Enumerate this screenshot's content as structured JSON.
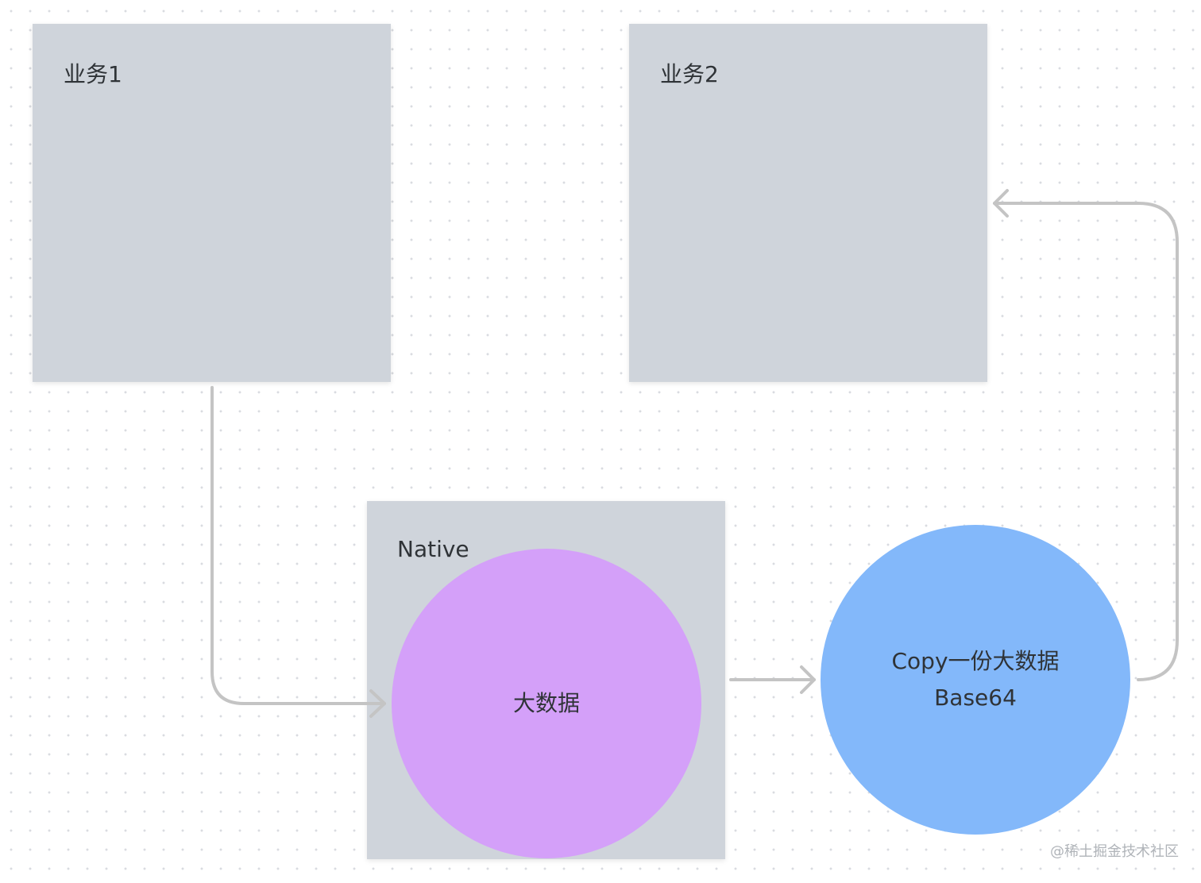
{
  "nodes": {
    "biz1": {
      "label": "业务1"
    },
    "biz2": {
      "label": "业务2"
    },
    "native": {
      "label": "Native"
    },
    "big_data": {
      "label": "大数据"
    },
    "copy": {
      "line1": "Copy一份大数据",
      "line2": "Base64"
    }
  },
  "watermark": "@稀土掘金技术社区",
  "colors": {
    "box": "#cfd4db",
    "big_data_circle": "#d4a0f9",
    "copy_circle": "#83b8fa",
    "connector": "#c4c4c4"
  }
}
